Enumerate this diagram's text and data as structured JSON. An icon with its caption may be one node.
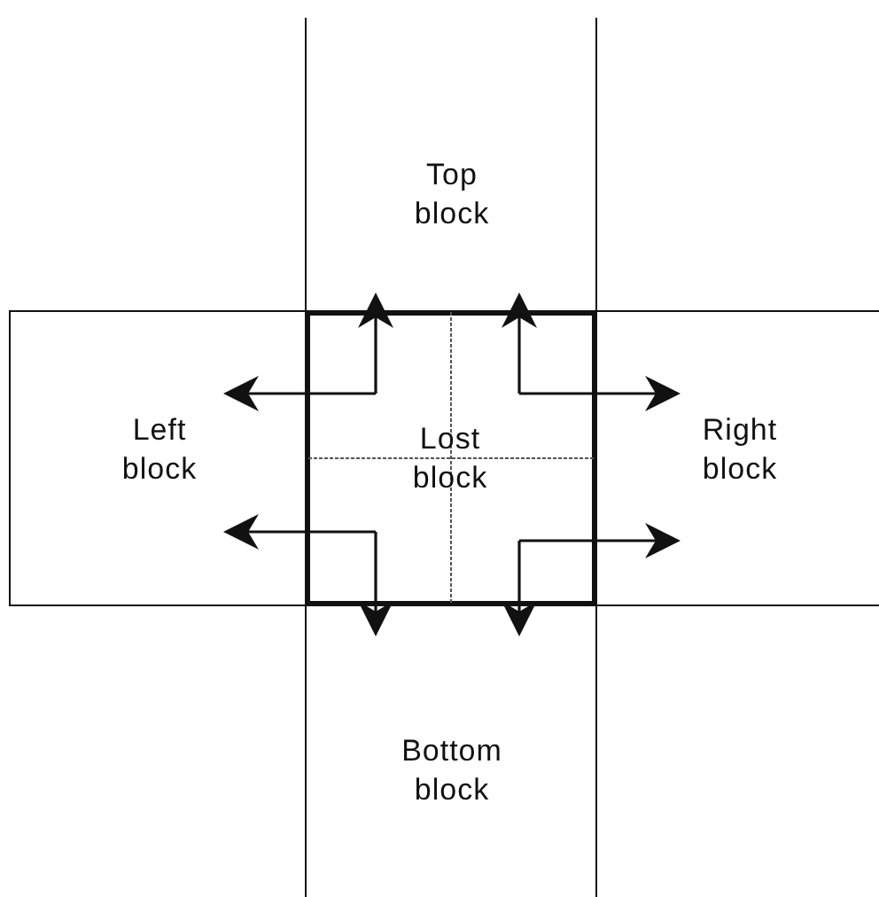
{
  "diagram": {
    "nodes": [
      {
        "text": [
          "Top block"
        ]
      },
      {
        "text": [
          "Left block"
        ]
      },
      {
        "text": [
          "Lost block"
        ]
      },
      {
        "text": [
          "Right block"
        ]
      },
      {
        "text": [
          "Bottom block"
        ]
      }
    ],
    "edges": [
      {
        "from": 2,
        "to": 0,
        "arrow": "to"
      },
      {
        "from": 2,
        "to": 1,
        "arrow": "to"
      },
      {
        "from": 2,
        "to": 0,
        "arrow": "to"
      },
      {
        "from": 2,
        "to": 3,
        "arrow": "to"
      },
      {
        "from": 2,
        "to": 1,
        "arrow": "to"
      },
      {
        "from": 2,
        "to": 4,
        "arrow": "to"
      },
      {
        "from": 2,
        "to": 3,
        "arrow": "to"
      },
      {
        "from": 2,
        "to": 4,
        "arrow": "to"
      }
    ]
  }
}
